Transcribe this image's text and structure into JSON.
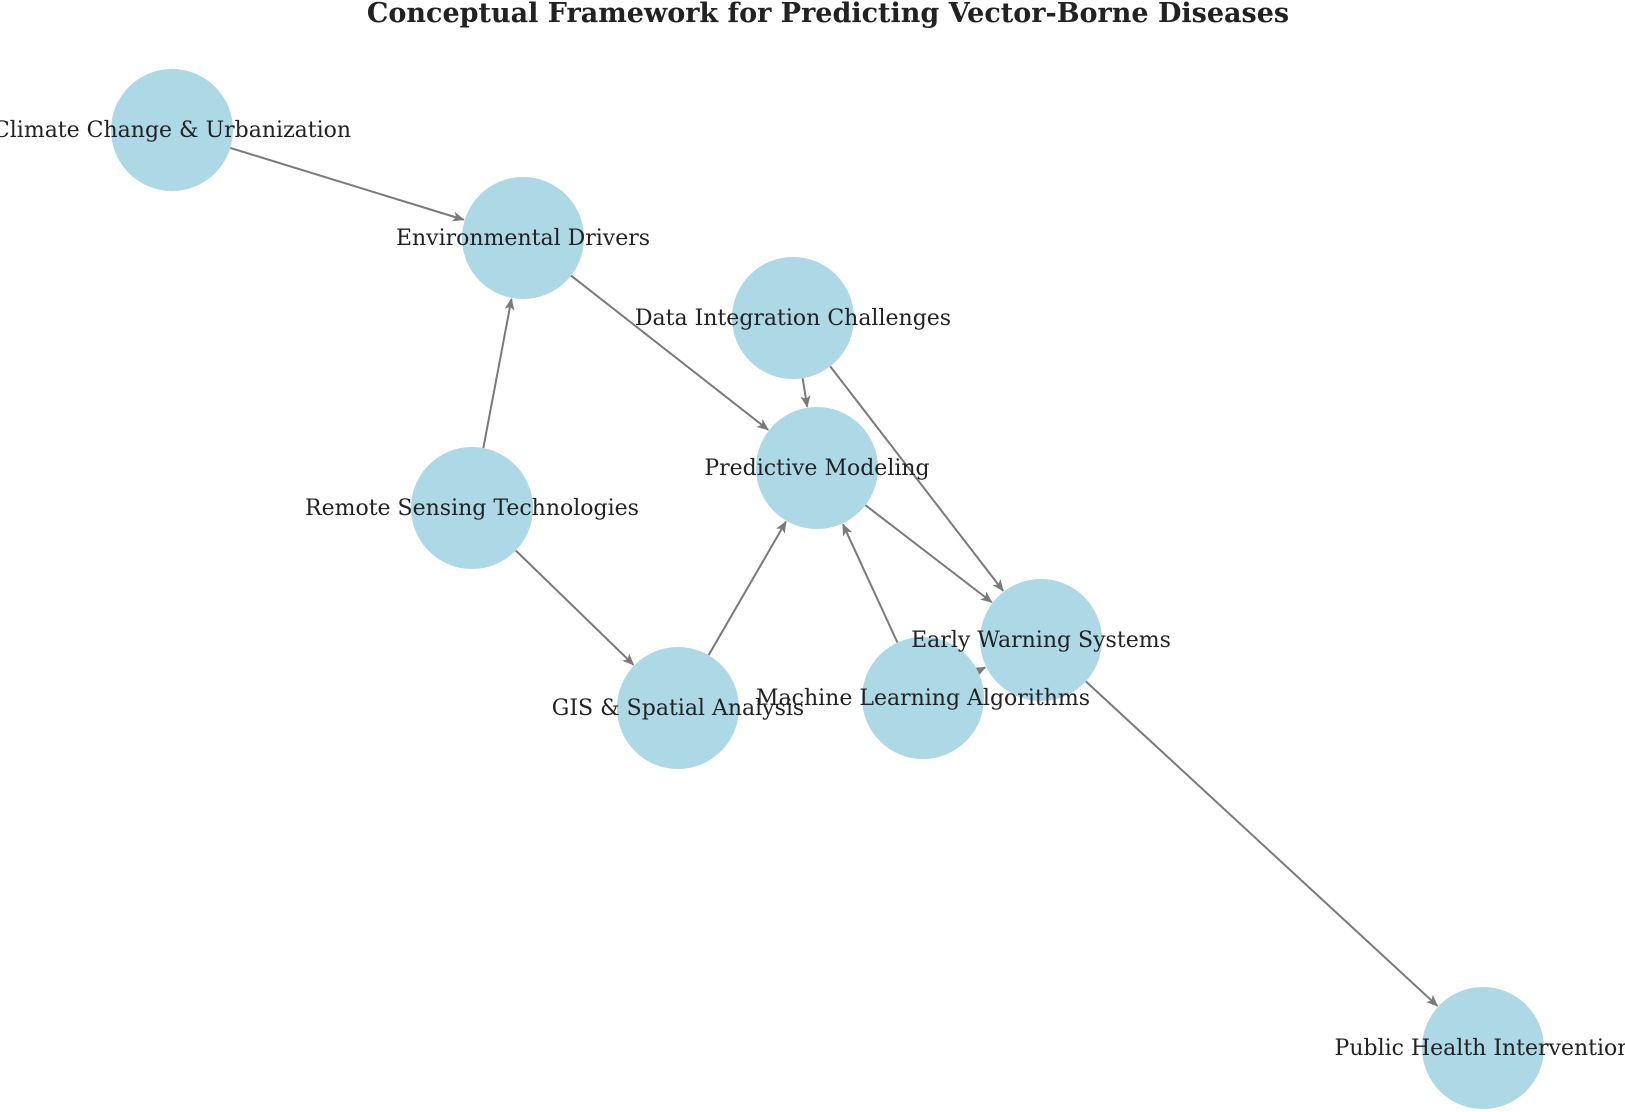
{
  "title": "Conceptual Framework for Predicting Vector-Borne Diseases",
  "colors": {
    "node_fill": "#add8e6",
    "edge": "#7a7a7a",
    "text": "#222222"
  },
  "nodes": [
    {
      "id": "climate",
      "label": "Climate Change & Urbanization"
    },
    {
      "id": "env",
      "label": "Environmental Drivers"
    },
    {
      "id": "data",
      "label": "Data Integration Challenges"
    },
    {
      "id": "pred",
      "label": "Predictive Modeling"
    },
    {
      "id": "remote",
      "label": "Remote Sensing Technologies"
    },
    {
      "id": "ews",
      "label": "Early Warning Systems"
    },
    {
      "id": "gis",
      "label": "GIS & Spatial Analysis"
    },
    {
      "id": "ml",
      "label": "Machine Learning Algorithms"
    },
    {
      "id": "phi",
      "label": "Public Health Intervention"
    }
  ],
  "edges": [
    {
      "from": "climate",
      "to": "env"
    },
    {
      "from": "env",
      "to": "pred"
    },
    {
      "from": "remote",
      "to": "env"
    },
    {
      "from": "remote",
      "to": "gis"
    },
    {
      "from": "gis",
      "to": "pred"
    },
    {
      "from": "ml",
      "to": "pred"
    },
    {
      "from": "data",
      "to": "pred"
    },
    {
      "from": "data",
      "to": "ews"
    },
    {
      "from": "pred",
      "to": "ews"
    },
    {
      "from": "ml",
      "to": "ews"
    },
    {
      "from": "ews",
      "to": "phi"
    }
  ]
}
